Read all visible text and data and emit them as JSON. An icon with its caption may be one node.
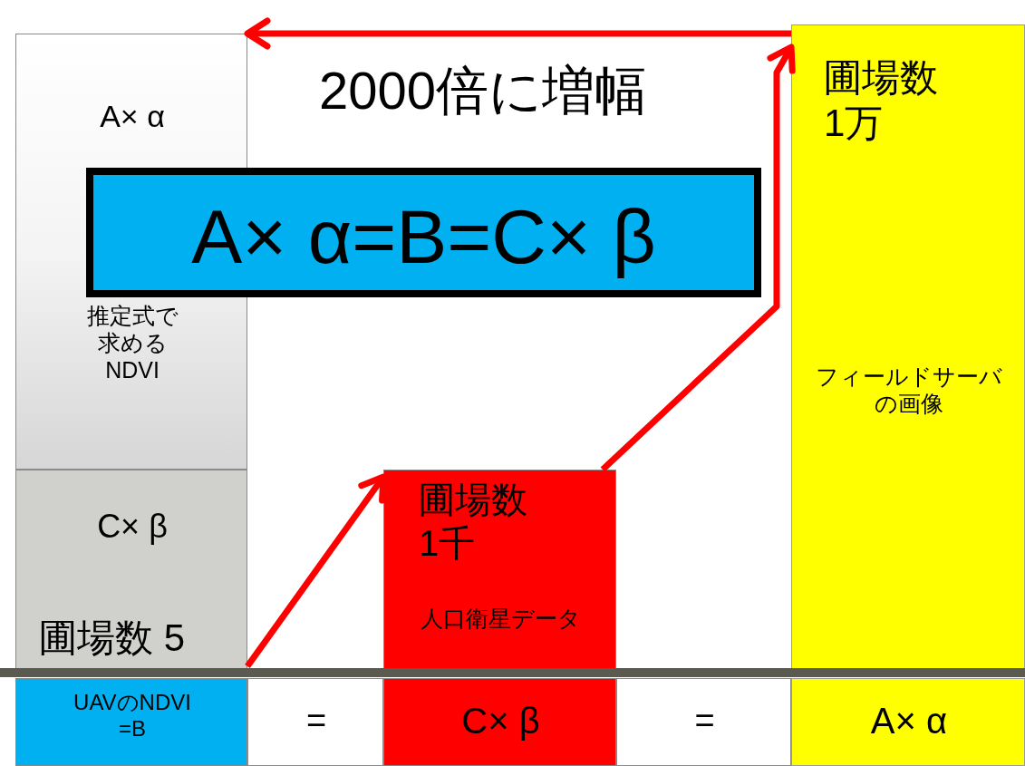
{
  "diagram": {
    "nodes": [
      {
        "text": [
          "A× α",
          "推定式で求めるNDVI"
        ]
      },
      {
        "text": [
          "C× β",
          "圃場数 5"
        ]
      },
      {
        "text": [
          "圃場数1千",
          "人口衛星データ"
        ]
      },
      {
        "text": [
          "圃場数1万",
          "フィールドサーバの画像"
        ]
      },
      {
        "text": [
          "A× α=B=C× β"
        ]
      },
      {
        "text": [
          "UAVのNDVI =B"
        ]
      },
      {
        "text": [
          "="
        ]
      },
      {
        "text": [
          "C× β"
        ]
      },
      {
        "text": [
          "="
        ]
      },
      {
        "text": [
          "A× α"
        ]
      }
    ],
    "edges": [
      {
        "from": 3,
        "to": 0,
        "arrow": "to",
        "label": "2000倍に増幅"
      },
      {
        "from": 1,
        "to": 2,
        "arrow": "to"
      },
      {
        "from": 2,
        "to": 3,
        "arrow": "to"
      }
    ]
  }
}
